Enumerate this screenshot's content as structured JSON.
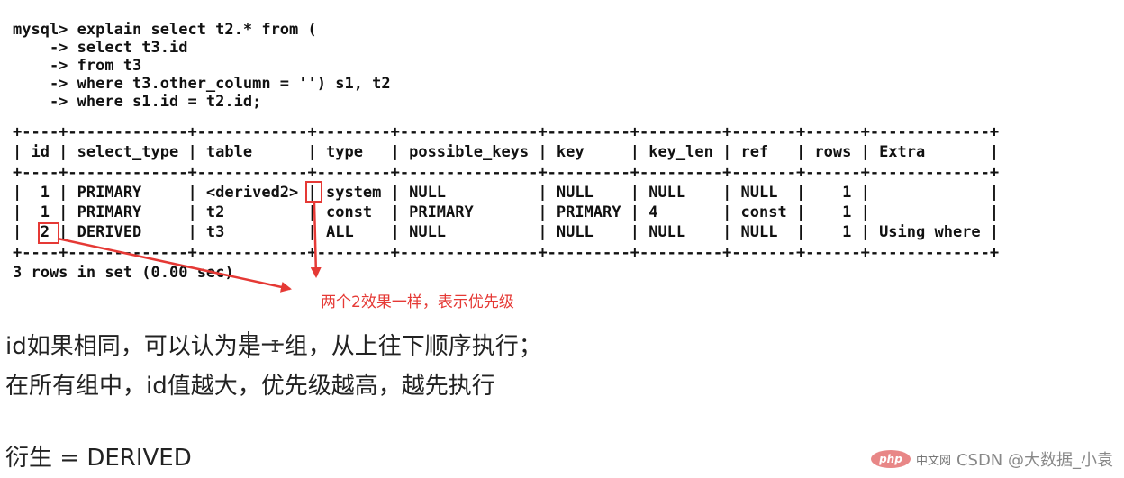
{
  "terminal": {
    "query_lines": [
      "mysql> explain select t2.* from (",
      "    -> select t3.id",
      "    -> from t3",
      "    -> where t3.other_column = '') s1, t2",
      "    -> where s1.id = t2.id;"
    ],
    "table": {
      "columns": [
        "id",
        "select_type",
        "table",
        "type",
        "possible_keys",
        "key",
        "key_len",
        "ref",
        "rows",
        "Extra"
      ],
      "rows": [
        [
          "1",
          "PRIMARY",
          "<derived2>",
          "system",
          "NULL",
          "NULL",
          "NULL",
          "NULL",
          "1",
          ""
        ],
        [
          "1",
          "PRIMARY",
          "t2",
          "const",
          "PRIMARY",
          "PRIMARY",
          "4",
          "const",
          "1",
          ""
        ],
        [
          "2",
          "DERIVED",
          "t3",
          "ALL",
          "NULL",
          "NULL",
          "NULL",
          "NULL",
          "1",
          "Using where"
        ]
      ]
    },
    "result_line": "3 rows in set (0.00 sec)"
  },
  "annotation": {
    "text": "两个2效果一样，表示优先级",
    "color": "#e53935"
  },
  "notes": {
    "line1": "id如果相同，可以认为是一组，从上往下顺序执行；",
    "line2": "在所有组中，id值越大，优先级越高，越先执行",
    "line3": "衍生 = DERIVED"
  },
  "watermark": {
    "php_logo": "php",
    "php_cn": "中文网",
    "credit": "CSDN @大数据_小袁"
  }
}
